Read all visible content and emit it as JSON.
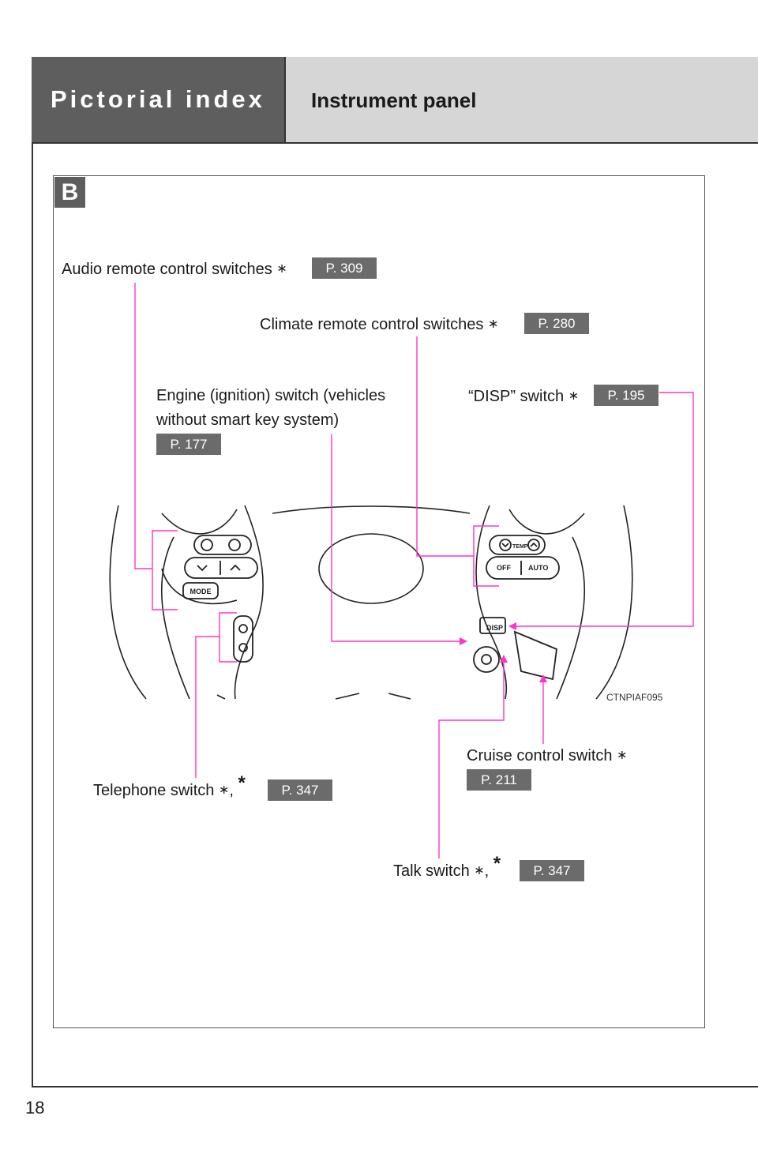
{
  "header": {
    "section": "Pictorial index",
    "title": "Instrument panel"
  },
  "section_badge": "B",
  "callouts": {
    "audio": {
      "label": "Audio remote control switches",
      "star": "∗",
      "ref": "P. 309"
    },
    "climate": {
      "label": "Climate remote control switches",
      "star": "∗",
      "ref": "P. 280"
    },
    "engine": {
      "line1": "Engine (ignition) switch (vehicles",
      "line2": "without smart key system)",
      "ref": "P. 177"
    },
    "disp": {
      "label": "“DISP” switch",
      "star": "∗",
      "ref": "P. 195"
    },
    "cruise": {
      "label": "Cruise control switch",
      "star": "∗",
      "ref": "P. 211"
    },
    "telephone": {
      "label": "Telephone switch",
      "star": "∗",
      "separator": ",",
      "sup": "*",
      "ref": "P. 347"
    },
    "talk": {
      "label": "Talk switch",
      "star": "∗",
      "separator": ",",
      "sup": "*",
      "ref": "P. 347"
    }
  },
  "illustration": {
    "code": "CTNPIAF095",
    "button_labels": {
      "mode": "MODE",
      "off": "OFF",
      "auto": "AUTO",
      "temp": "TEMP",
      "disp": "DISP"
    }
  },
  "colors": {
    "leader_line": "#ff33cc",
    "ref_badge": "#6b6b6b",
    "header_dark": "#5e5e5e",
    "header_light": "#d6d6d6"
  },
  "page_number": "18"
}
